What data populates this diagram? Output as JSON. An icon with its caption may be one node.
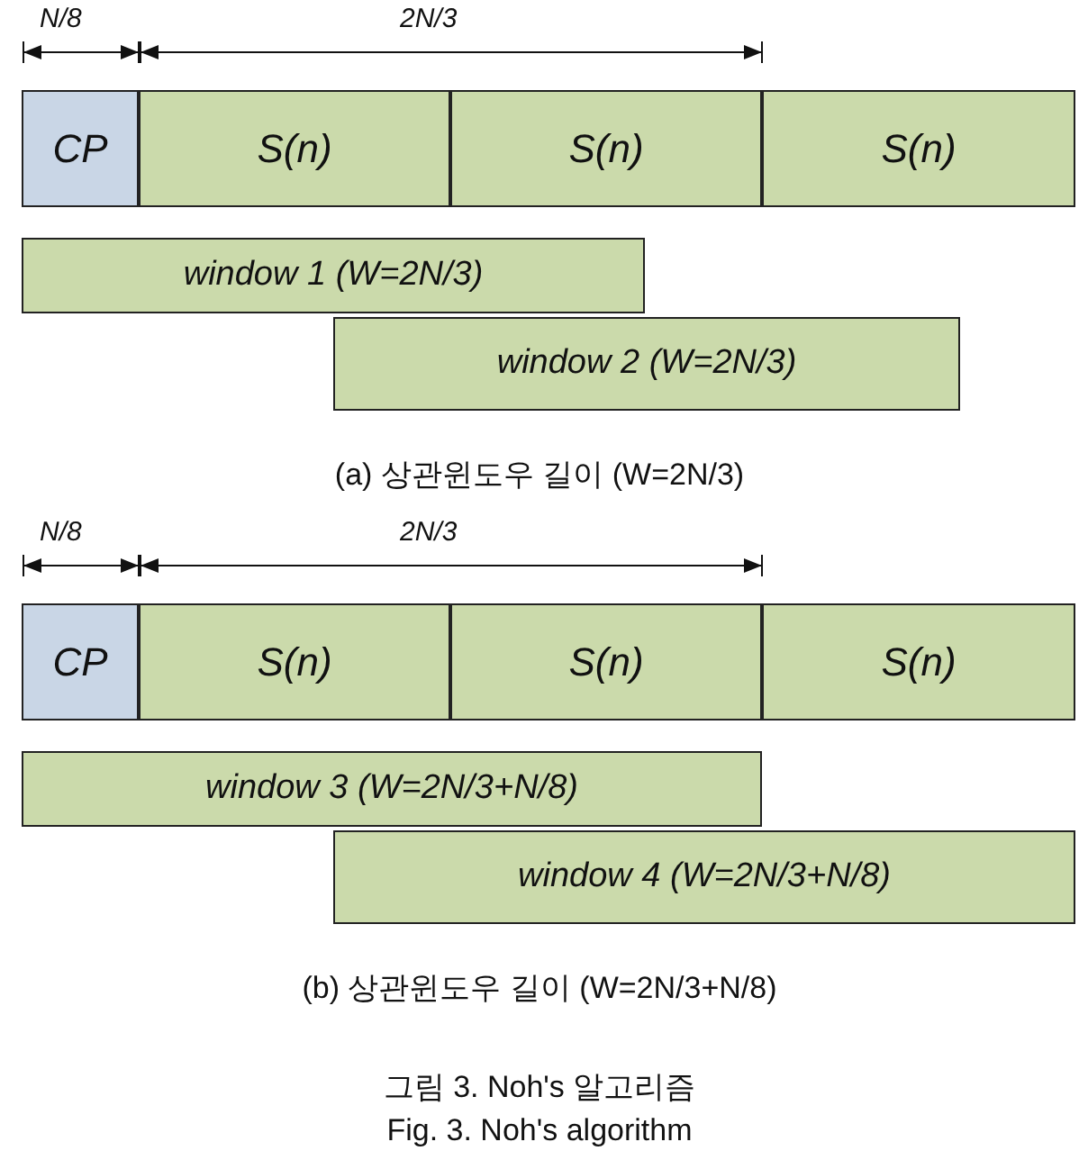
{
  "diagram": {
    "caption": "그림 3. Noh's 알고리즘",
    "nodes": [
      {
        "text": [
          "CP"
        ]
      },
      {
        "text": [
          "S(n)"
        ]
      },
      {
        "text": [
          "S(n)"
        ]
      },
      {
        "text": [
          "S(n)"
        ]
      },
      {
        "text": [
          "window 1 (W=2N/3)"
        ]
      },
      {
        "text": [
          "window 2 (W=2N/3)"
        ]
      },
      {
        "text": [
          "CP"
        ]
      },
      {
        "text": [
          "S(n)"
        ]
      },
      {
        "text": [
          "S(n)"
        ]
      },
      {
        "text": [
          "S(n)"
        ]
      },
      {
        "text": [
          "window 3 (W=2N/3+N/8)"
        ]
      },
      {
        "text": [
          "window 4 (W=2N/3+N/8)"
        ]
      }
    ],
    "edges": [],
    "labels": [
      "N/8",
      "2N/3",
      "(a) 상관윈도우 길이 (W=2N/3)",
      "N/8",
      "2N/3",
      "(b) 상관윈도우 길이 (W=2N/3+N/8)",
      "Fig. 3. Noh's algorithm"
    ]
  }
}
